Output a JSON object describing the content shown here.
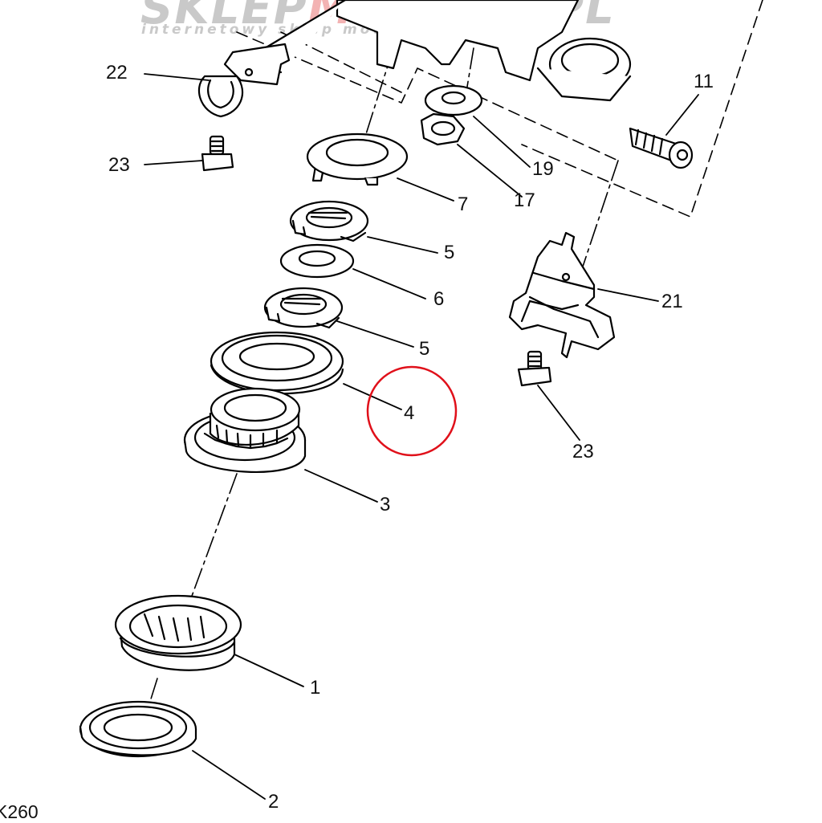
{
  "watermark": {
    "brand_prefix": "SKLEP",
    "brand_accent": "MOTO46",
    "brand_suffix": ".PL",
    "tagline": "internetowy sklep motocyklowy",
    "gray": "#c9c9c9",
    "accent_color": "#f3b3b3"
  },
  "diagram": {
    "drawing_code": "K260",
    "highlight_color": "#e0101a",
    "highlighted_part": "4",
    "callouts": {
      "c1": "1",
      "c2": "2",
      "c3": "3",
      "c4": "4",
      "c5a": "5",
      "c5b": "5",
      "c6": "6",
      "c7": "7",
      "c11": "11",
      "c17": "17",
      "c19": "19",
      "c21": "21",
      "c22": "22",
      "c23a": "23",
      "c23b": "23"
    }
  }
}
